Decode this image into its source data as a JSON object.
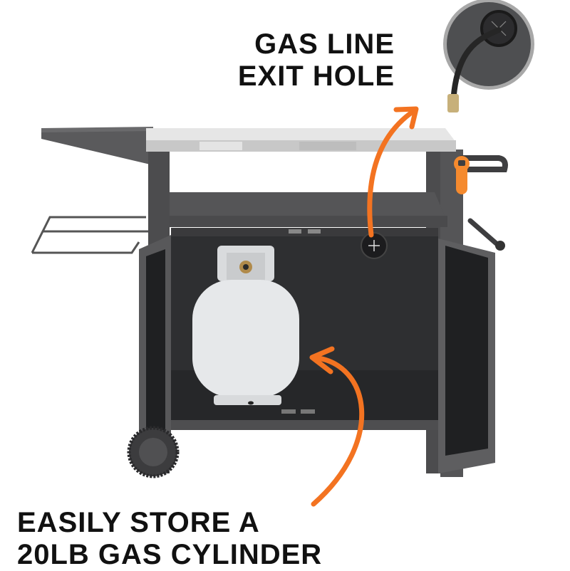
{
  "callouts": {
    "gas_line": {
      "lines": [
        "GAS LINE",
        "EXIT HOLE"
      ]
    },
    "cylinder": {
      "lines": [
        "EASILY STORE A",
        "20LB GAS CYLINDER"
      ]
    }
  },
  "colors": {
    "accent_orange": "#F37321",
    "cart_dark": "#4a4a4c",
    "cart_mid": "#5c5c5e",
    "cabinet_interior": "#2e2f31",
    "steel_top": "#d9d9d9",
    "tank_white": "#e6e8ea",
    "text": "#111111"
  },
  "product": {
    "name": "Outdoor cart with stainless steel top, side shelf, storage cabinet and bottle opener",
    "features": [
      "gas line exit hole",
      "20lb gas cylinder storage",
      "side shelf",
      "bottle opener",
      "side handle",
      "wheels",
      "wire rack"
    ]
  }
}
